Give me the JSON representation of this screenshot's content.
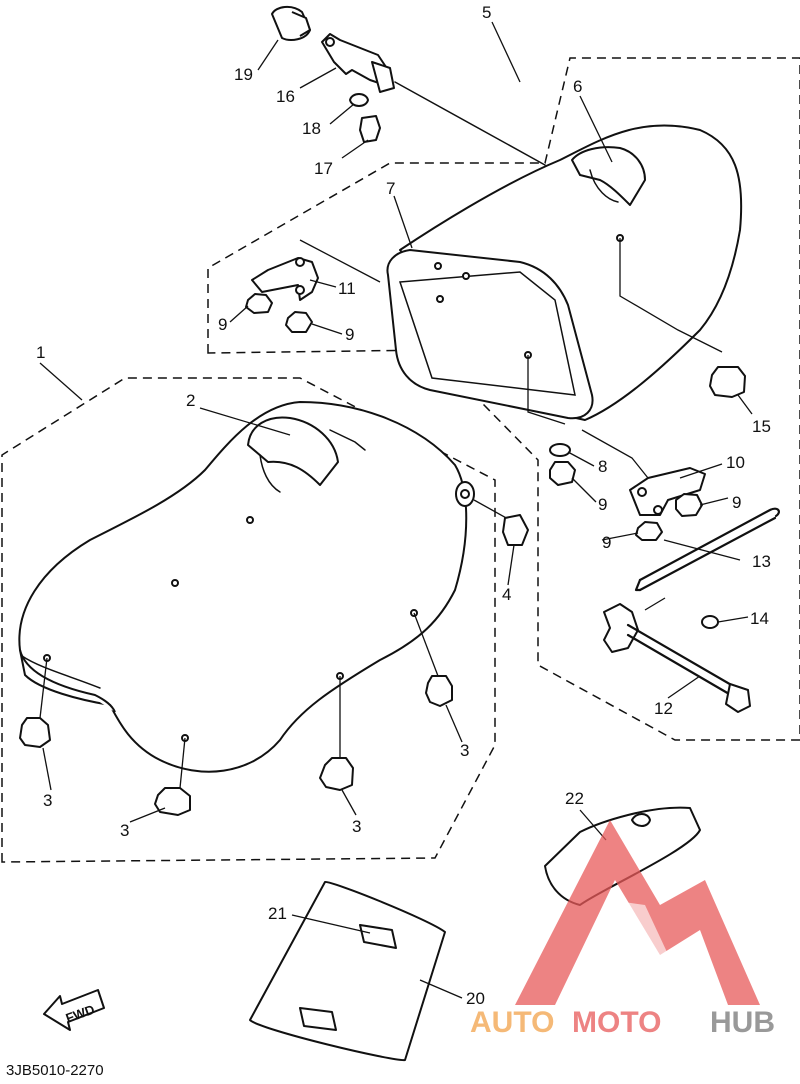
{
  "diagram_code": "3JB5010-2270",
  "fwd_label": "FWD",
  "watermark": {
    "part1": "AUTO",
    "part2": "MOTO",
    "part3": "HUB",
    "color_main": "#e85a5a",
    "color_auto": "#f2a24a",
    "color_hub": "#777777"
  },
  "callouts": {
    "c1": "1",
    "c2": "2",
    "c3a": "3",
    "c3b": "3",
    "c3c": "3",
    "c3d": "3",
    "c4": "4",
    "c5": "5",
    "c6": "6",
    "c7": "7",
    "c8": "8",
    "c9a": "9",
    "c9b": "9",
    "c9c": "9",
    "c9d": "9",
    "c9e": "9",
    "c10": "10",
    "c11": "11",
    "c12": "12",
    "c13": "13",
    "c14": "14",
    "c15": "15",
    "c16": "16",
    "c17": "17",
    "c18": "18",
    "c19": "19",
    "c20": "20",
    "c21": "21",
    "c22": "22"
  }
}
